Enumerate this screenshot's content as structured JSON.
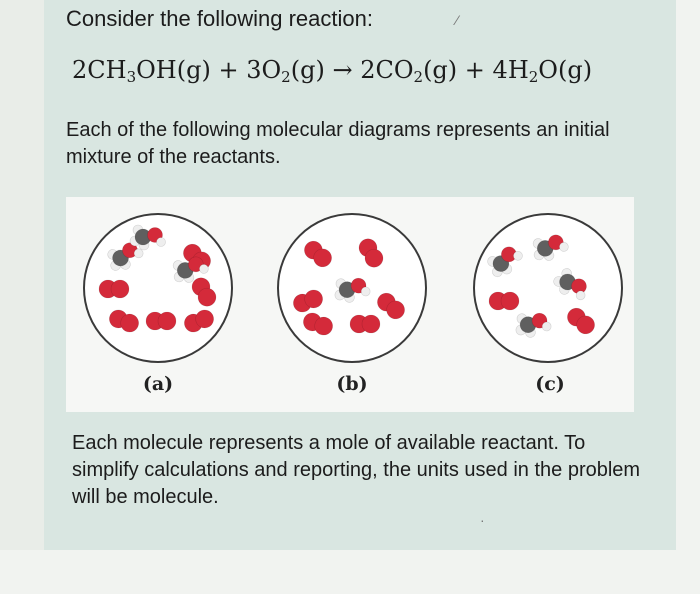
{
  "intro": "Consider the following reaction:",
  "equation": {
    "reactant1_coef": "2",
    "reactant1": "CH",
    "reactant1_sub": "3",
    "reactant1_rest": "OH(g)",
    "plus1": " + ",
    "reactant2_coef": "3",
    "reactant2": "O",
    "reactant2_sub": "2",
    "reactant2_rest": "(g)",
    "arrow": " → ",
    "product1_coef": "2",
    "product1": "CO",
    "product1_sub": "2",
    "product1_rest": "(g)",
    "plus2": " + ",
    "product2_coef": "4",
    "product2": "H",
    "product2_sub": "2",
    "product2_rest": "O(g)"
  },
  "description": "Each of the following molecular diagrams represents an initial mixture of the reactants.",
  "diagrams": [
    {
      "label": "(a)",
      "methanol_molecules": 3,
      "oxygen_molecules": 6
    },
    {
      "label": "(b)",
      "methanol_molecules": 1,
      "oxygen_molecules": 6
    },
    {
      "label": "(c)",
      "methanol_molecules": 4,
      "oxygen_molecules": 2
    }
  ],
  "atom_colors": {
    "oxygen": "#d42a3a",
    "carbon": "#5f5f5f",
    "hydrogen": "#eeeeee"
  },
  "note": "Each molecule represents a mole of available reactant. To simplify calculations and reporting, the units used in the problem will be molecule."
}
